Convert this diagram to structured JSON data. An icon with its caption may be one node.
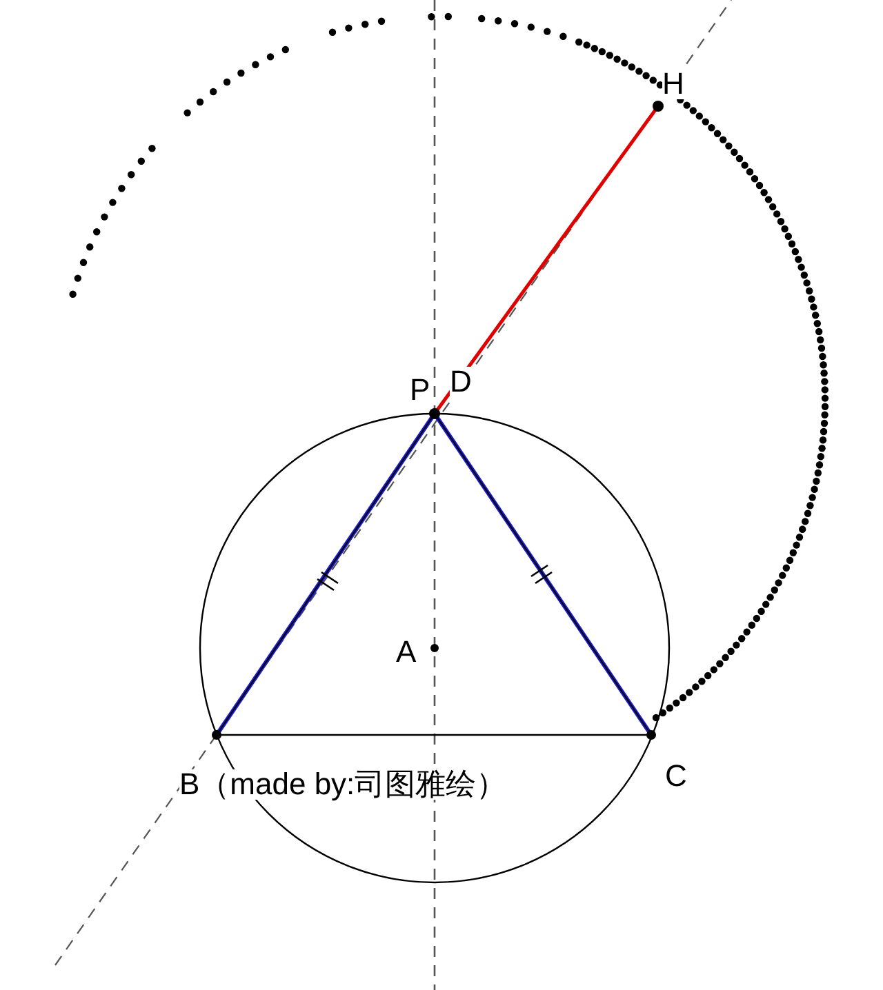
{
  "diagram": {
    "labels": [
      "H",
      "P",
      "D",
      "A",
      "B（made by:司图雅绘）",
      "C"
    ]
  }
}
